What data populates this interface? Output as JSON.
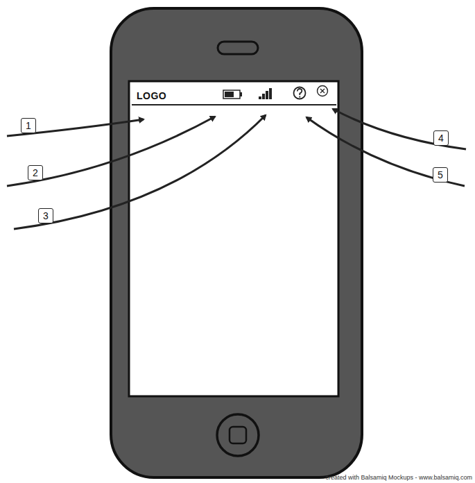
{
  "diagram": {
    "labels": [
      "LOGO",
      "1",
      "2",
      "3",
      "4",
      "5",
      "created with Balsamiq Mockups - www.balsamiq.com"
    ]
  }
}
